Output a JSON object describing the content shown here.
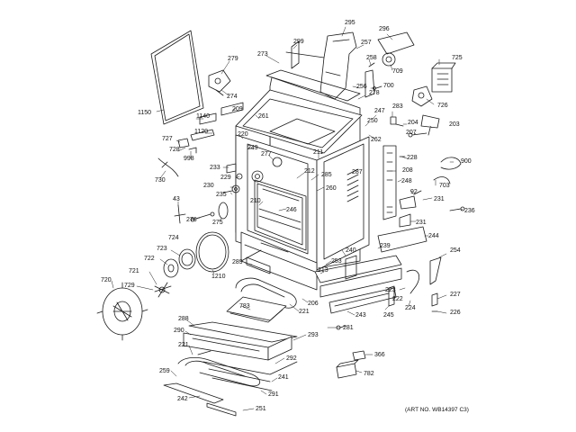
{
  "labels": {
    "l295": "295",
    "l299": "299",
    "l296": "296",
    "l257": "257",
    "l258": "258",
    "l709": "709",
    "l725": "725",
    "l700": "700",
    "l726": "726",
    "l279": "279",
    "l274": "274",
    "l273": "273",
    "l256": "256",
    "l278": "278",
    "l1150": "1150",
    "l209": "209",
    "l1140": "1140",
    "l261": "261",
    "l247": "247",
    "l283": "283",
    "l204": "204",
    "l203": "203",
    "l250": "250",
    "l262": "262",
    "l207": "207",
    "l727": "727",
    "l1120": "1120",
    "l220": "220",
    "l728": "728",
    "l249": "249",
    "l998": "998",
    "l277": "277",
    "l211": "211",
    "l228": "228",
    "l900": "900",
    "l233": "233",
    "l229": "229",
    "l212": "212",
    "l287": "287",
    "l208": "208",
    "l730": "730",
    "l230": "230",
    "l285": "285",
    "l248": "248",
    "l703": "703",
    "l235": "235",
    "l260": "260",
    "l92": "92",
    "l231a": "231",
    "l43": "43",
    "l210": "210",
    "l246": "246",
    "l236": "236",
    "l276": "276",
    "l275": "275",
    "l231b": "231",
    "l724": "724",
    "l244": "244",
    "l723": "723",
    "l240": "240",
    "l239": "239",
    "l254": "254",
    "l722": "722",
    "l253": "253",
    "l289": "289",
    "l213": "213",
    "l721": "721",
    "l1210": "1210",
    "l720": "720",
    "l729": "729",
    "l206": "206",
    "l223": "223",
    "l227": "227",
    "l222": "222",
    "l224": "224",
    "l783": "783",
    "l221a": "221",
    "l243": "243",
    "l245": "245",
    "l226": "226",
    "l288": "288",
    "l281": "281",
    "l290": "290",
    "l293": "293",
    "l221b": "221",
    "l366": "366",
    "l292": "292",
    "l259": "259",
    "l241": "241",
    "l782": "782",
    "l291": "291",
    "l242": "242",
    "l251": "251"
  },
  "art_no": "(ART NO. WB14397 C3)"
}
